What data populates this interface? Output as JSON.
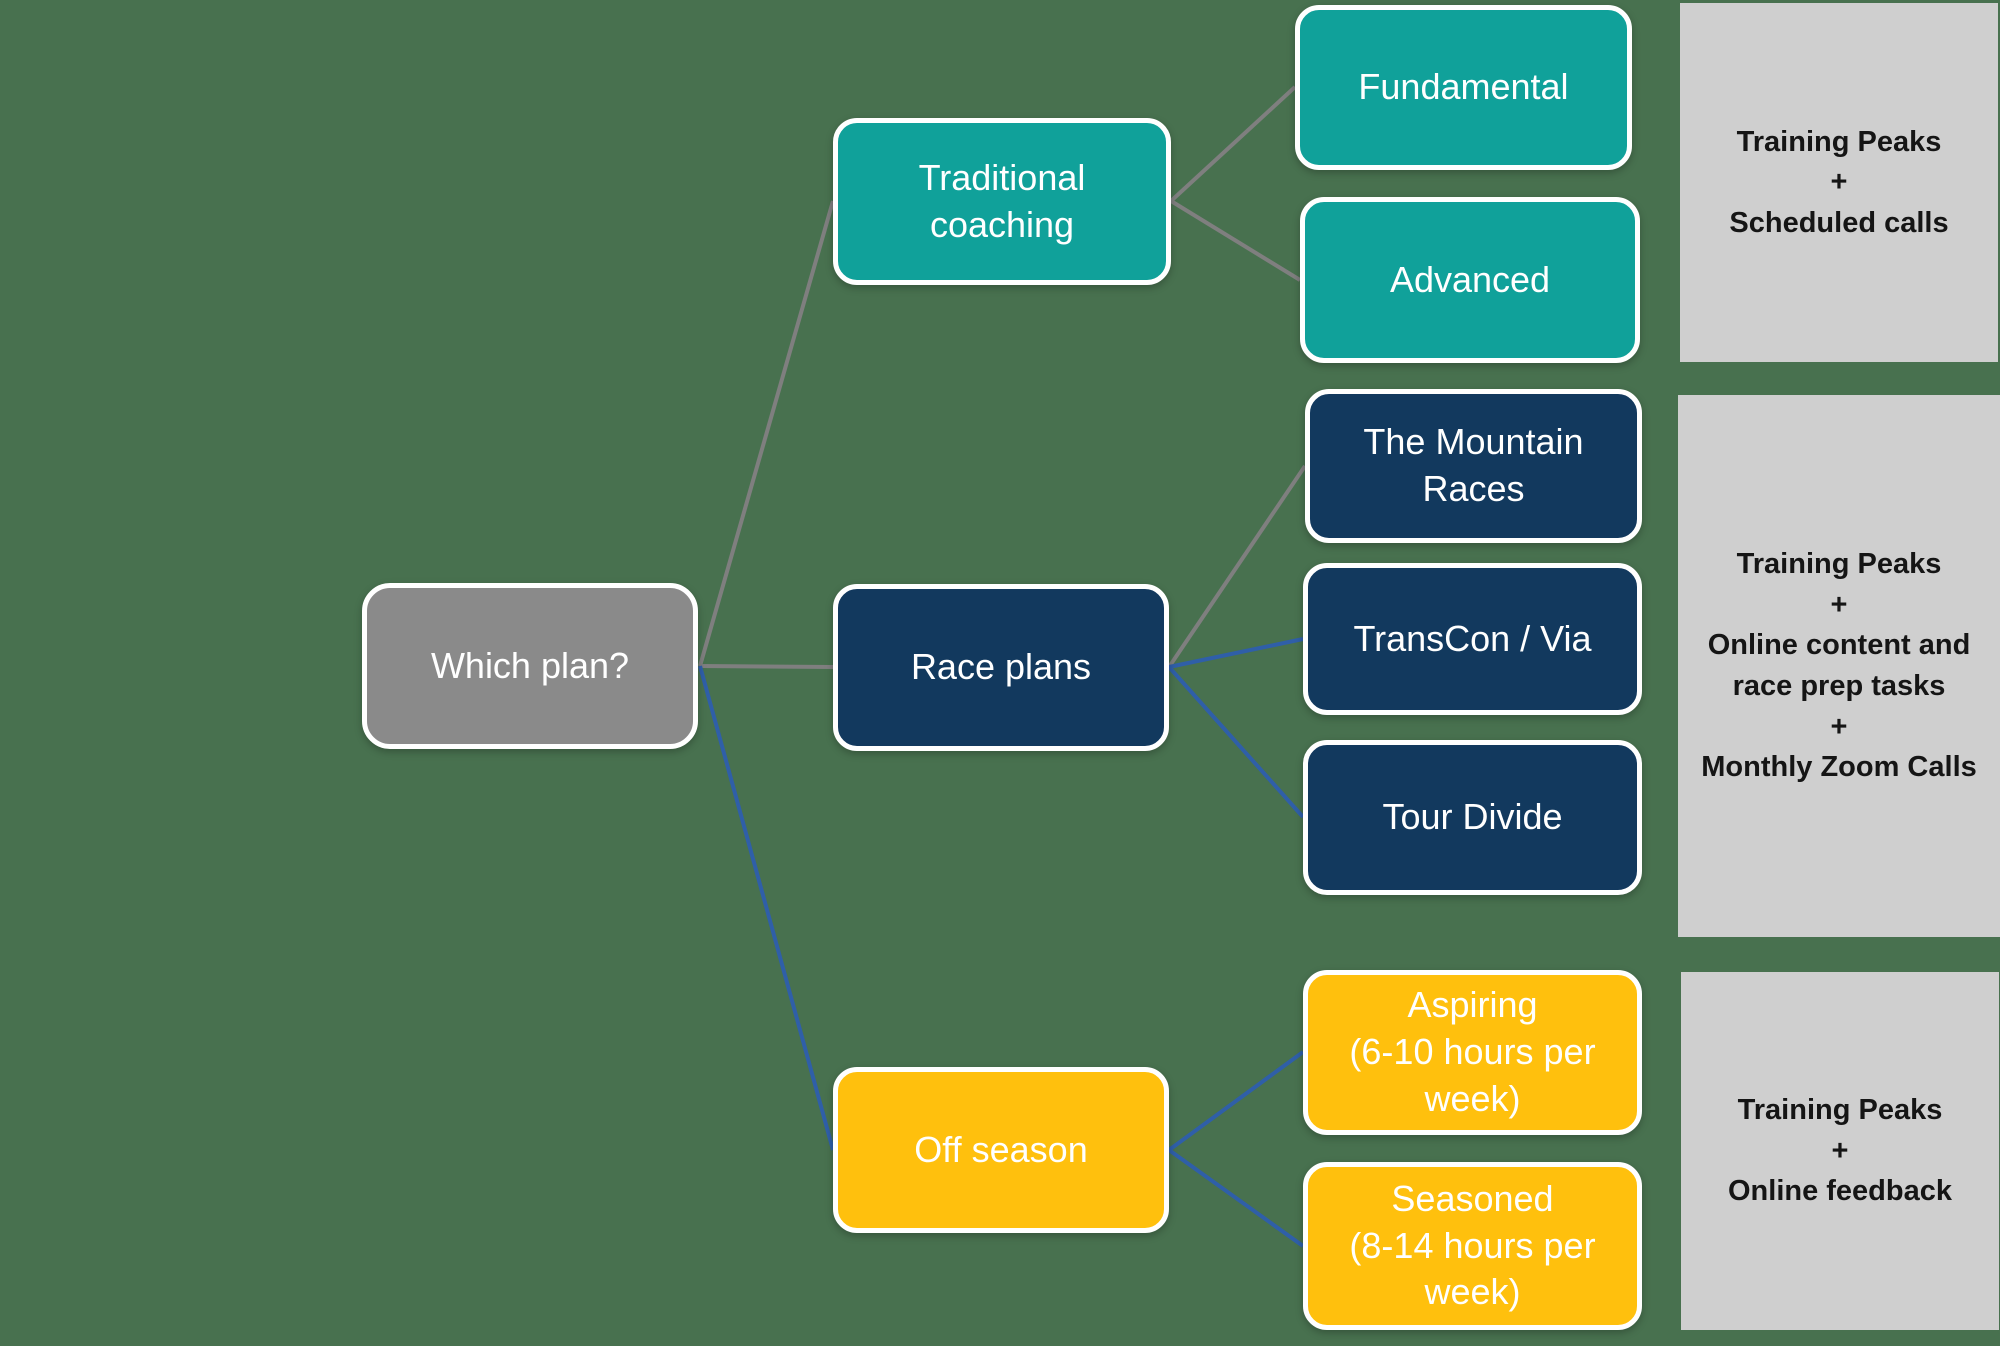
{
  "colors": {
    "background": "#48714F",
    "teal": "#10A19A",
    "navy": "#12395E",
    "gold": "#FFC00D",
    "gray_node": "#8A8A8A",
    "gray_panel": "#CFCFCF",
    "connector_gray": "#7F7F7F",
    "connector_blue": "#2F5FA8",
    "node_text": "#FFFFFF",
    "panel_text": "#151515"
  },
  "nodes": {
    "root": {
      "label": "Which plan?"
    },
    "traditional": {
      "label": "Traditional coaching"
    },
    "race": {
      "label": "Race plans"
    },
    "offseason": {
      "label": "Off season"
    },
    "fundamental": {
      "label": "Fundamental"
    },
    "advanced": {
      "label": "Advanced"
    },
    "mountain_races": {
      "label": "The Mountain Races"
    },
    "transcon": {
      "label": "TransCon / Via"
    },
    "tour_divide": {
      "label": "Tour Divide"
    },
    "aspiring": {
      "lines": [
        "Aspiring",
        "(6-10 hours per week)"
      ]
    },
    "seasoned": {
      "lines": [
        "Seasoned",
        "(8-14 hours per week)"
      ]
    }
  },
  "info_panels": {
    "traditional": {
      "lines": [
        "Training Peaks",
        "+",
        "Scheduled calls"
      ]
    },
    "race": {
      "lines": [
        "Training Peaks",
        "+",
        "Online content and race prep tasks",
        "+",
        "Monthly Zoom Calls"
      ]
    },
    "offseason": {
      "lines": [
        "Training Peaks",
        "+",
        "Online feedback"
      ]
    }
  }
}
